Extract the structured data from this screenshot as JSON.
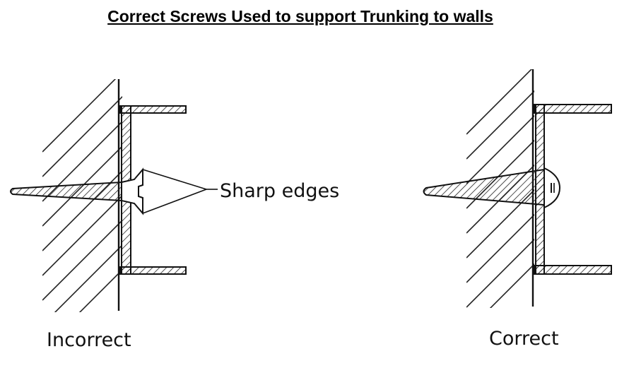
{
  "title": "Correct Screws Used to support Trunking to walls",
  "labels": {
    "sharp_edges": "Sharp edges",
    "incorrect": "Incorrect",
    "correct": "Correct"
  }
}
